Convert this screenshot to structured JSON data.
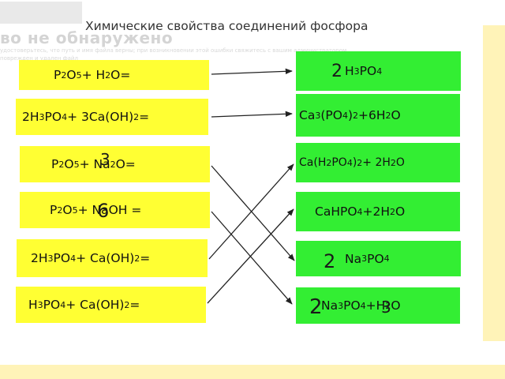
{
  "slide": {
    "title": "Химические свойства соединений фосфора",
    "overlay_message": "во не обнаружено",
    "overlay_note_1": "удостоверьтесь, что путь и имя файла верны; при возникновении этой ошибки свяжитесь с вашим администратором",
    "overlay_note_2": "поврежден и удален файл"
  },
  "left_equations": [
    {
      "parts": [
        "P",
        "2",
        "O",
        "5",
        " + H",
        "2",
        "O="
      ]
    },
    {
      "parts": [
        "2H",
        "3",
        "PO",
        "4",
        " + 3Ca(OH)",
        "2",
        " ="
      ]
    },
    {
      "parts": [
        "P",
        "2",
        "O",
        "5",
        " + Na",
        "2",
        "O="
      ]
    },
    {
      "parts": [
        "P",
        "2",
        "O",
        "5",
        " + NaOH ="
      ]
    },
    {
      "parts": [
        "2H",
        "3",
        "PO",
        "4",
        " + Ca(OH)",
        "2",
        " ="
      ]
    },
    {
      "parts": [
        "H",
        "3",
        "PO",
        "4",
        " + Ca(OH)",
        "2",
        " ="
      ]
    }
  ],
  "right_products": [
    {
      "parts": [
        "H",
        "3",
        "PO",
        "4"
      ]
    },
    {
      "parts": [
        "Ca",
        "3",
        "(PO",
        "4",
        ")",
        "2",
        " +6H",
        "2",
        "O"
      ]
    },
    {
      "parts": [
        "Ca(H",
        "2",
        "PO",
        "4",
        ")",
        "2",
        " + 2H",
        "2",
        "O"
      ]
    },
    {
      "parts": [
        "CaHPO",
        "4",
        " +2H",
        "2",
        "O"
      ]
    },
    {
      "parts": [
        "Na",
        "3",
        "PO",
        "4"
      ]
    },
    {
      "parts": [
        "Na",
        "3",
        "PO",
        "4",
        " +H",
        "2",
        "O"
      ]
    }
  ],
  "handwritten": {
    "coef_r1": "2",
    "coef_l3": "3",
    "coef_l4": "6",
    "coef_r5": "2",
    "coef_r6_a": "2",
    "coef_r6_b": "3"
  },
  "colors": {
    "left_box": "#ffff33",
    "right_box": "#33ee33",
    "panel": "#fff3b8",
    "arrow": "#222222"
  }
}
